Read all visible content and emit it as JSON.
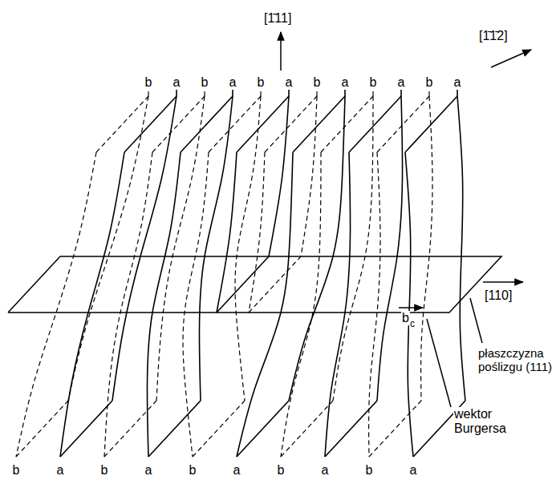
{
  "diagram": {
    "labels": [
      "[1̄11]",
      "[1̄1̄2]",
      "b",
      "a",
      "b",
      "a",
      "b",
      "a",
      "b",
      "a",
      "b",
      "a",
      "b",
      "a",
      "b",
      "a",
      "b",
      "a",
      "b",
      "a",
      "b",
      "a",
      "b",
      "a",
      "[110]",
      "b",
      "c",
      "płaszczyzna poślizgu (111)",
      "wektor Burgersa"
    ]
  }
}
